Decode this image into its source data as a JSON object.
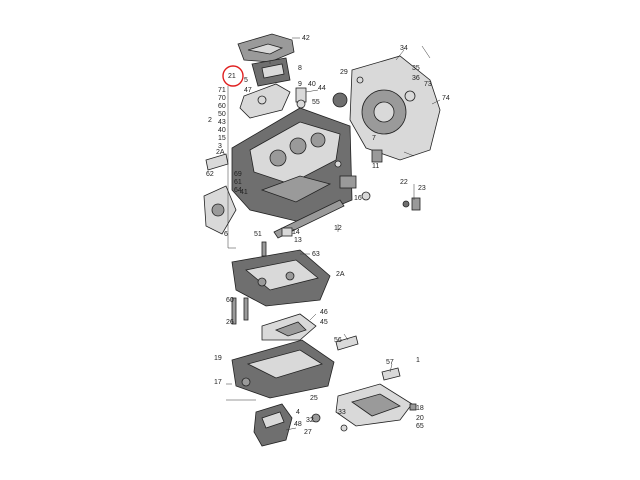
{
  "diagram": {
    "highlight_color": "#e02020",
    "highlighted_label": "21",
    "callouts": {
      "c42": "42",
      "c8": "8",
      "c34": "34",
      "c35": "35",
      "c36": "36",
      "c21": "21",
      "c5": "5",
      "c47": "47",
      "c29": "29",
      "c40": "40",
      "c44": "44",
      "c55": "55",
      "c71": "71",
      "c70": "70",
      "c60": "60",
      "c50": "50",
      "c43": "43",
      "c40b": "40",
      "c15": "15",
      "c2": "2",
      "c3": "3",
      "c2A": "2A",
      "c62": "62",
      "c69": "69",
      "c61": "61",
      "c64": "64",
      "c51": "51",
      "c14": "14",
      "c13": "13",
      "c12": "12",
      "c63": "63",
      "c2A2": "2A",
      "c22": "22",
      "c23": "23",
      "c16": "16",
      "c74": "74",
      "c60b": "60",
      "c26": "26",
      "c46": "46",
      "c45": "45",
      "c56": "56",
      "c57": "57",
      "c17": "17",
      "c19": "19",
      "c25": "25",
      "c32": "32",
      "c33": "33",
      "c4": "4",
      "c48": "48",
      "c27": "27",
      "c18": "18",
      "c20": "20",
      "c65": "65",
      "c1": "1",
      "c9": "9",
      "c73": "73",
      "c7": "7",
      "c11": "11",
      "c41": "41",
      "c6": "6"
    }
  }
}
